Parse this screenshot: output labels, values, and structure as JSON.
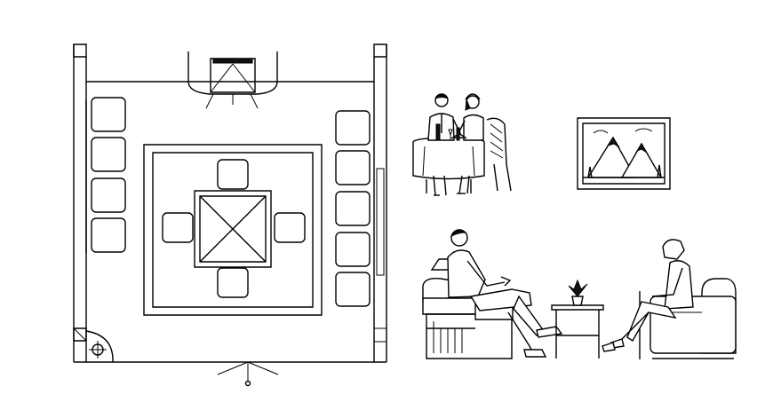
{
  "drawing": {
    "style": "black line art on white background",
    "line_color": "#000000",
    "background_color": "#ffffff",
    "views": [
      "living-room-floor-plan",
      "couple-dining-elevation",
      "framed-mountain-painting",
      "lounge-seating-elevation"
    ]
  }
}
